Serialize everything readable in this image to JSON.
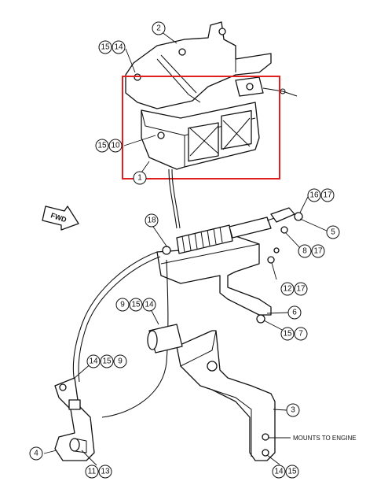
{
  "highlight": {
    "color": "#e02020"
  },
  "labels": {
    "fwd": "FWD",
    "mounts": "MOUNTS TO ENGINE"
  },
  "callouts": {
    "c2": "2",
    "c15a": "15",
    "c14a": "14",
    "c15b": "15",
    "c10": "10",
    "c1": "1",
    "c16": "16",
    "c17a": "17",
    "c5": "5",
    "c18": "18",
    "c8": "8",
    "c17b": "17",
    "c12": "12",
    "c17c": "17",
    "c6": "6",
    "c15c": "15",
    "c7": "7",
    "c9a": "9",
    "c15d": "15",
    "c14b": "14",
    "c14c": "14",
    "c15e": "15",
    "c9b": "9",
    "c3": "3",
    "c4": "4",
    "c11": "11",
    "c13": "13",
    "c14d": "14",
    "c15f": "15"
  }
}
